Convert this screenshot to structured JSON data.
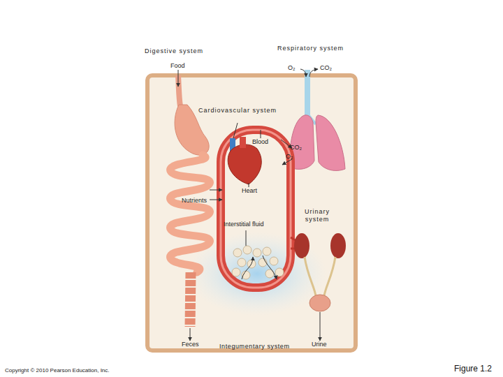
{
  "diagram": {
    "caption": "Figure 1.2",
    "nodes": [
      {
        "text": [
          "Integumentary system"
        ]
      }
    ],
    "labels": [
      "Digestive system",
      "Respiratory system",
      "Food",
      "O₂",
      "CO₂",
      "Cardiovascular system",
      "Blood",
      "CO₂",
      "O₂",
      "Heart",
      "Nutrients",
      "Interstitial fluid",
      "Urinary system",
      "Feces",
      "Urine",
      "Copyright © 2010 Pearson Education, Inc."
    ]
  }
}
